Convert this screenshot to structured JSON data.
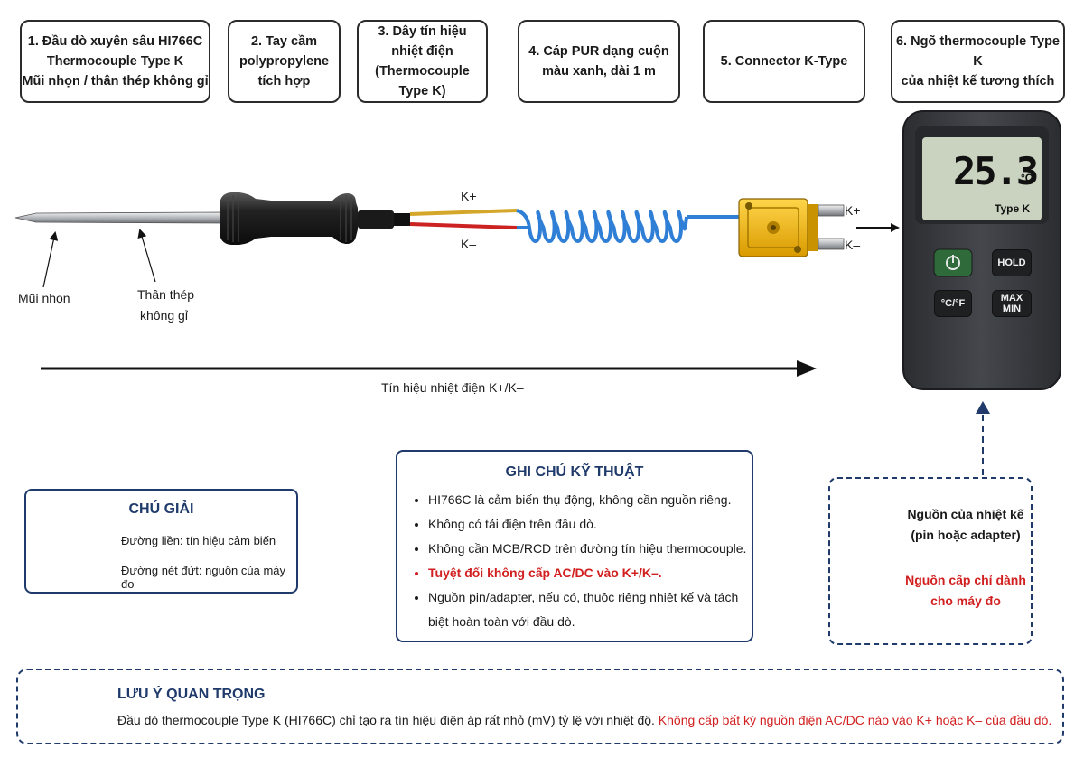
{
  "labels": [
    {
      "lines": [
        "1. Đầu dò xuyên sâu HI766C",
        "Thermocouple Type K",
        "Mũi nhọn / thân thép không gỉ"
      ]
    },
    {
      "lines": [
        "2. Tay cầm",
        "polypropylene",
        "tích hợp"
      ]
    },
    {
      "lines": [
        "3. Dây tín hiệu",
        "nhiệt điện",
        "(Thermocouple Type K)"
      ]
    },
    {
      "lines": [
        "4. Cáp PUR dạng cuộn",
        "màu xanh, dài 1 m"
      ]
    },
    {
      "lines": [
        "5. Connector K-Type"
      ]
    },
    {
      "lines": [
        "6. Ngõ thermocouple Type K",
        "của nhiệt kế tương thích"
      ]
    }
  ],
  "probe": {
    "tip_label": "Mũi nhọn",
    "shaft_label_1": "Thân thép",
    "shaft_label_2": "không gỉ",
    "wire_plus": "K+",
    "wire_minus": "K–",
    "pin_plus": "K+",
    "pin_minus": "K–"
  },
  "signal_arrow_label": "Tín hiệu nhiệt điện K+/K–",
  "meter": {
    "reading": "25.3",
    "unit": "°C",
    "type": "Type K",
    "buttons": {
      "hold": "HOLD",
      "unit_toggle": "°C/°F",
      "max": "MAX",
      "min": "MIN"
    }
  },
  "legend": {
    "title": "CHÚ GIẢI",
    "solid": "Đường liền:  tín hiệu cảm biến",
    "dashed": "Đường nét đứt: nguồn của máy đo"
  },
  "notes": {
    "title": "GHI CHÚ KỸ THUẬT",
    "items": [
      "HI766C là cảm biến thụ động, không cần nguồn riêng.",
      "Không có tải điện trên đầu dò.",
      "Không cần MCB/RCD trên đường tín hiệu thermocouple.",
      "Tuyệt đối không cấp AC/DC vào K+/K–.",
      "Nguồn pin/adapter, nếu có, thuộc riêng nhiệt kế và tách biệt hoàn toàn với đầu dò."
    ]
  },
  "power": {
    "line1": "Nguồn của nhiệt kế",
    "line2": "(pin hoặc adapter)",
    "warn1": "Nguồn cấp chỉ dành",
    "warn2": "cho máy đo"
  },
  "alert": {
    "title": "LƯU Ý QUAN TRỌNG",
    "body": "Đầu dò thermocouple Type K (HI766C) chỉ tạo ra tín hiệu điện áp rất nhỏ (mV) tỷ lệ với nhiệt độ.",
    "warning": "Không cấp bất kỳ nguồn điện AC/DC nào vào K+ hoặc K– của đầu dò."
  },
  "colors": {
    "navy": "#1f3a6b",
    "red": "#d21f1f",
    "cable": "#2f7fd6",
    "connector": "#f2b705",
    "meter_body": "#3a3d42",
    "lcd": "#c9d3bf",
    "power_button": "#2f6b3a"
  }
}
